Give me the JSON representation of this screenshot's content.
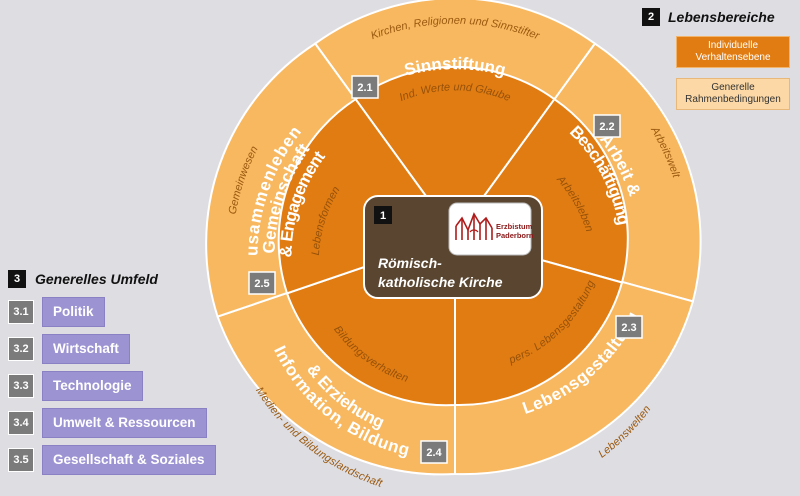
{
  "center": {
    "number": "1",
    "line1": "Römisch-",
    "line2": "katholische Kirche",
    "logo_line1": "Erzbistum",
    "logo_line2": "Paderborn"
  },
  "legend": {
    "number": "2",
    "title": "Lebensbereiche",
    "individual": [
      "Individuelle",
      "Verhaltensebene"
    ],
    "general": [
      "Generelle",
      "Rahmenbedingungen"
    ]
  },
  "segments": [
    {
      "id": "2.1",
      "title": [
        "Sinnstiftung"
      ],
      "inner": "Ind. Werte und Glaube",
      "outer": "Kirchen, Religionen und Sinnstifter"
    },
    {
      "id": "2.2",
      "title": [
        "Arbeit &",
        "Beschäftigung"
      ],
      "inner": "Arbeitsleben",
      "outer": "Arbeitswelt"
    },
    {
      "id": "2.3",
      "title": [
        "Lebensgestaltung"
      ],
      "inner": "pers. Lebensgestaltung",
      "outer": "Lebenswelten"
    },
    {
      "id": "2.4",
      "title": [
        "Information, Bildung",
        "& Erziehung"
      ],
      "inner": "Bildungsverhalten",
      "outer": "Medien- und Bildungslandschaft"
    },
    {
      "id": "2.5",
      "title": [
        "Zusammenleben,",
        "Gemeinschaft",
        "& Engagement"
      ],
      "inner": "Lebensformen",
      "outer": "Gemeinwesen"
    }
  ],
  "environment": {
    "number": "3",
    "title": "Generelles Umfeld",
    "items": [
      {
        "id": "3.1",
        "label": "Politik"
      },
      {
        "id": "3.2",
        "label": "Wirtschaft"
      },
      {
        "id": "3.3",
        "label": "Technologie"
      },
      {
        "id": "3.4",
        "label": "Umwelt & Ressourcen"
      },
      {
        "id": "3.5",
        "label": "Gesellschaft & Soziales"
      }
    ]
  },
  "colors": {
    "outer_ring": "#f8b860",
    "inner_ring": "#e07c12",
    "center": "#5a4630",
    "environment": "#9c93d2",
    "badge": "#7b7b7b"
  }
}
